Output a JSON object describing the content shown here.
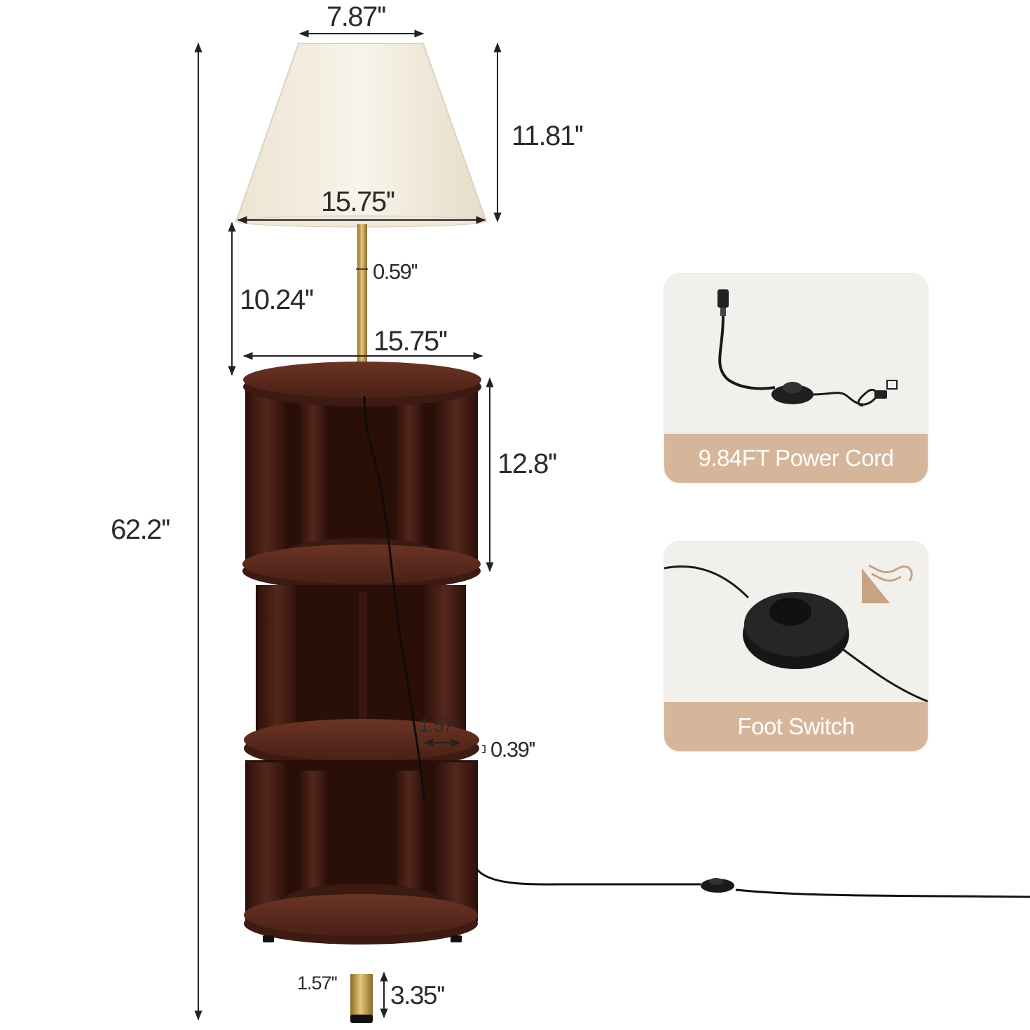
{
  "dimensions": {
    "shade_top_width": "7.87''",
    "shade_height": "11.81''",
    "shade_bottom_width": "15.75''",
    "pole_diameter": "0.59''",
    "shade_to_top_height": "10.24''",
    "top_diameter": "15.75''",
    "tier_height": "12.8''",
    "overall_height": "62.2''",
    "divider_width": "1.57''",
    "shelf_thickness": "0.39''",
    "leg_diameter": "1.57''",
    "leg_height": "3.35''"
  },
  "cards": {
    "power_cord": {
      "label": "9.84FT Power Cord"
    },
    "foot_switch": {
      "label": "Foot Switch"
    }
  },
  "colors": {
    "wood": "#4a2118",
    "shade": "#f1ebdd",
    "brass": "#c9a24e",
    "card_band": "#d6b69b",
    "card_bg": "#f1f0ed"
  },
  "icons": [
    "power-cord-icon",
    "foot-switch-icon",
    "wave-logo-icon"
  ]
}
